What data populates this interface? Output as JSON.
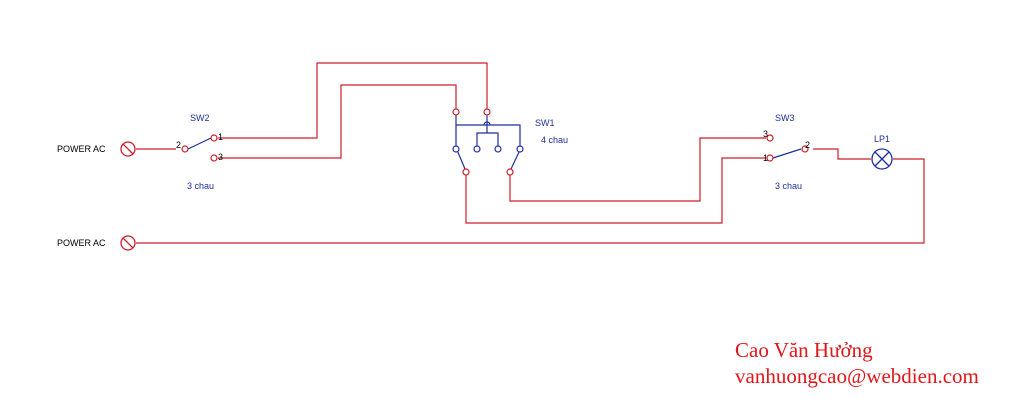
{
  "colors": {
    "wire": "#cc1f2a",
    "switch": "#1f2f9c",
    "text": "#1f2f9c",
    "author": "#e0161b"
  },
  "sources": {
    "top": "POWER AC",
    "bottom": "POWER AC"
  },
  "sw2": {
    "name": "SW2",
    "desc": "3 chau",
    "pin1": "1",
    "pin2": "2",
    "pin3": "3"
  },
  "sw1": {
    "name": "SW1",
    "desc": "4 chau"
  },
  "sw3": {
    "name": "SW3",
    "desc": "3 chau",
    "pin1": "1",
    "pin2": "2",
    "pin3": "3"
  },
  "lamp": {
    "name": "LP1"
  },
  "author": {
    "name": "Cao Văn Hưởng",
    "email": "vanhuongcao@webdien.com"
  }
}
